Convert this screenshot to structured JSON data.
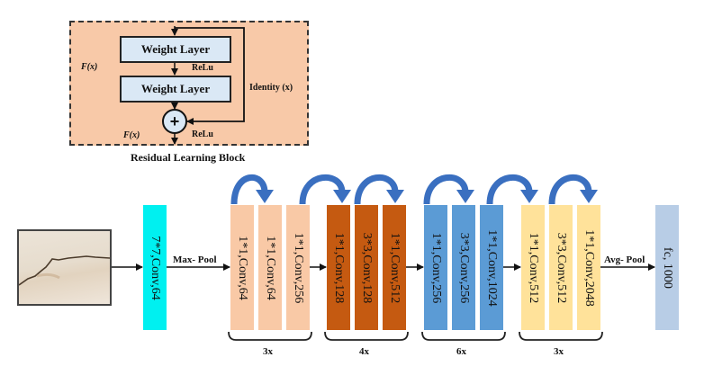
{
  "residual_block": {
    "caption": "Residual Learning Block",
    "weight_layer_1": "Weight Layer",
    "weight_layer_2": "Weight Layer",
    "relu_1": "ReLu",
    "relu_2": "ReLu",
    "identity_label": "Identity (x)",
    "fx_left": "F(x)",
    "fx_bottom": "F(x)",
    "add_symbol": "+"
  },
  "pipeline": {
    "input_image": "crack-image",
    "stem_layer": "7*7,Conv,64",
    "max_pool_label": "Max- Pool",
    "avg_pool_label": "Avg- Pool",
    "fc_layer": "fc, 1000",
    "stages": [
      {
        "repeat": "3x",
        "color": "#f9c9a6",
        "layers": [
          "1*1,Conv,64",
          "1*1,Conv,64",
          "1*1,Conv,256"
        ]
      },
      {
        "repeat": "4x",
        "color": "#c55a11",
        "layers": [
          "1*1,Conv,128",
          "3*3,Conv,128",
          "1*1,Conv,512"
        ]
      },
      {
        "repeat": "6x",
        "color": "#5b9bd5",
        "layers": [
          "1*1,Conv,256",
          "3*3,Conv,256",
          "1*1,Conv,1024"
        ]
      },
      {
        "repeat": "3x",
        "color": "#ffe29a",
        "layers": [
          "1*1,Conv,512",
          "3*3,Conv,512",
          "1*1,Conv,2048"
        ]
      }
    ]
  },
  "colors": {
    "stem": "#00f0f0",
    "fc": "#b8cde6",
    "skip_arrow": "#3a6fc0",
    "block_bg": "#f8c9a8",
    "weight_layer_bg": "#dae8f5"
  }
}
